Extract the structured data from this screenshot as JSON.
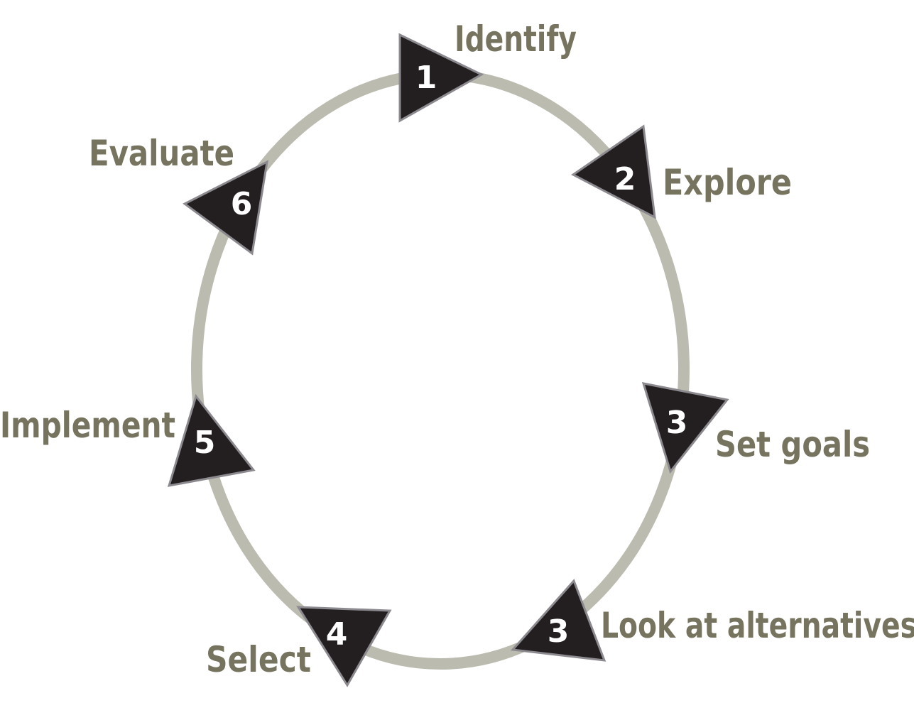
{
  "colors": {
    "ring": "#bcbbb0",
    "arrow_fill": "#231f20",
    "arrow_stroke": "#8c8a8f",
    "label": "#76745f",
    "number": "#ffffff"
  },
  "steps": [
    {
      "number": "1",
      "label": "Identify"
    },
    {
      "number": "2",
      "label": "Explore"
    },
    {
      "number": "3",
      "label": "Set goals"
    },
    {
      "number": "3",
      "label": "Look at alternatives"
    },
    {
      "number": "4",
      "label": "Select"
    },
    {
      "number": "5",
      "label": "Implement"
    },
    {
      "number": "6",
      "label": "Evaluate"
    }
  ]
}
